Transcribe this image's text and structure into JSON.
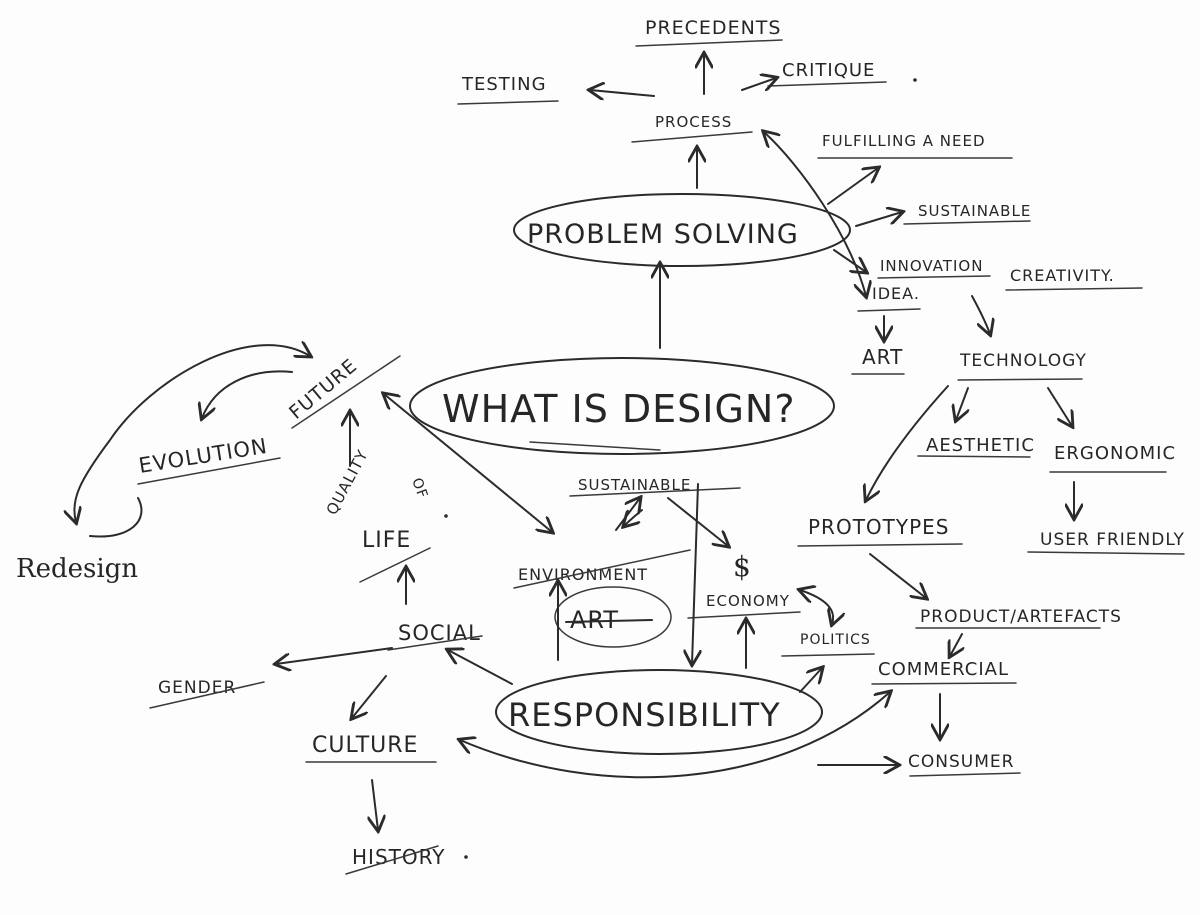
{
  "diagram": {
    "center": "WHAT IS DESIGN?",
    "problem_solving": "PROBLEM SOLVING",
    "responsibility": "RESPONSIBILITY",
    "process": "PROCESS",
    "precedents": "PRECEDENTS",
    "testing": "TESTING",
    "critique": "CRITIQUE",
    "fulfilling_a_need": "FULFILLING A NEED",
    "sustainable": "SUSTAINABLE",
    "innovation": "INNOVATION",
    "creativity": "CREATIVITY.",
    "idea": "IDEA.",
    "art_right": "ART",
    "technology": "TECHNOLOGY",
    "aesthetic": "AESTHETIC",
    "ergonomic": "ERGONOMIC",
    "user_friendly": "USER FRIENDLY",
    "prototypes": "PROTOTYPES",
    "product_artefacts": "PRODUCT/ARTEFACTS",
    "commercial": "COMMERCIAL",
    "consumer": "CONSUMER",
    "politics": "POLITICS",
    "economy": "ECONOMY",
    "dollar": "$",
    "sustainable_center": "SUSTAINABLE",
    "environment": "ENVIRONMENT",
    "art_crossed": "ART",
    "social": "SOCIAL",
    "gender": "GENDER",
    "culture": "CULTURE",
    "history": "HISTORY",
    "quality": "QUALITY",
    "of": "OF",
    "life": "LIFE",
    "future": "FUTURE",
    "evolution": "EVOLUTION",
    "redesign": "Redesign"
  }
}
